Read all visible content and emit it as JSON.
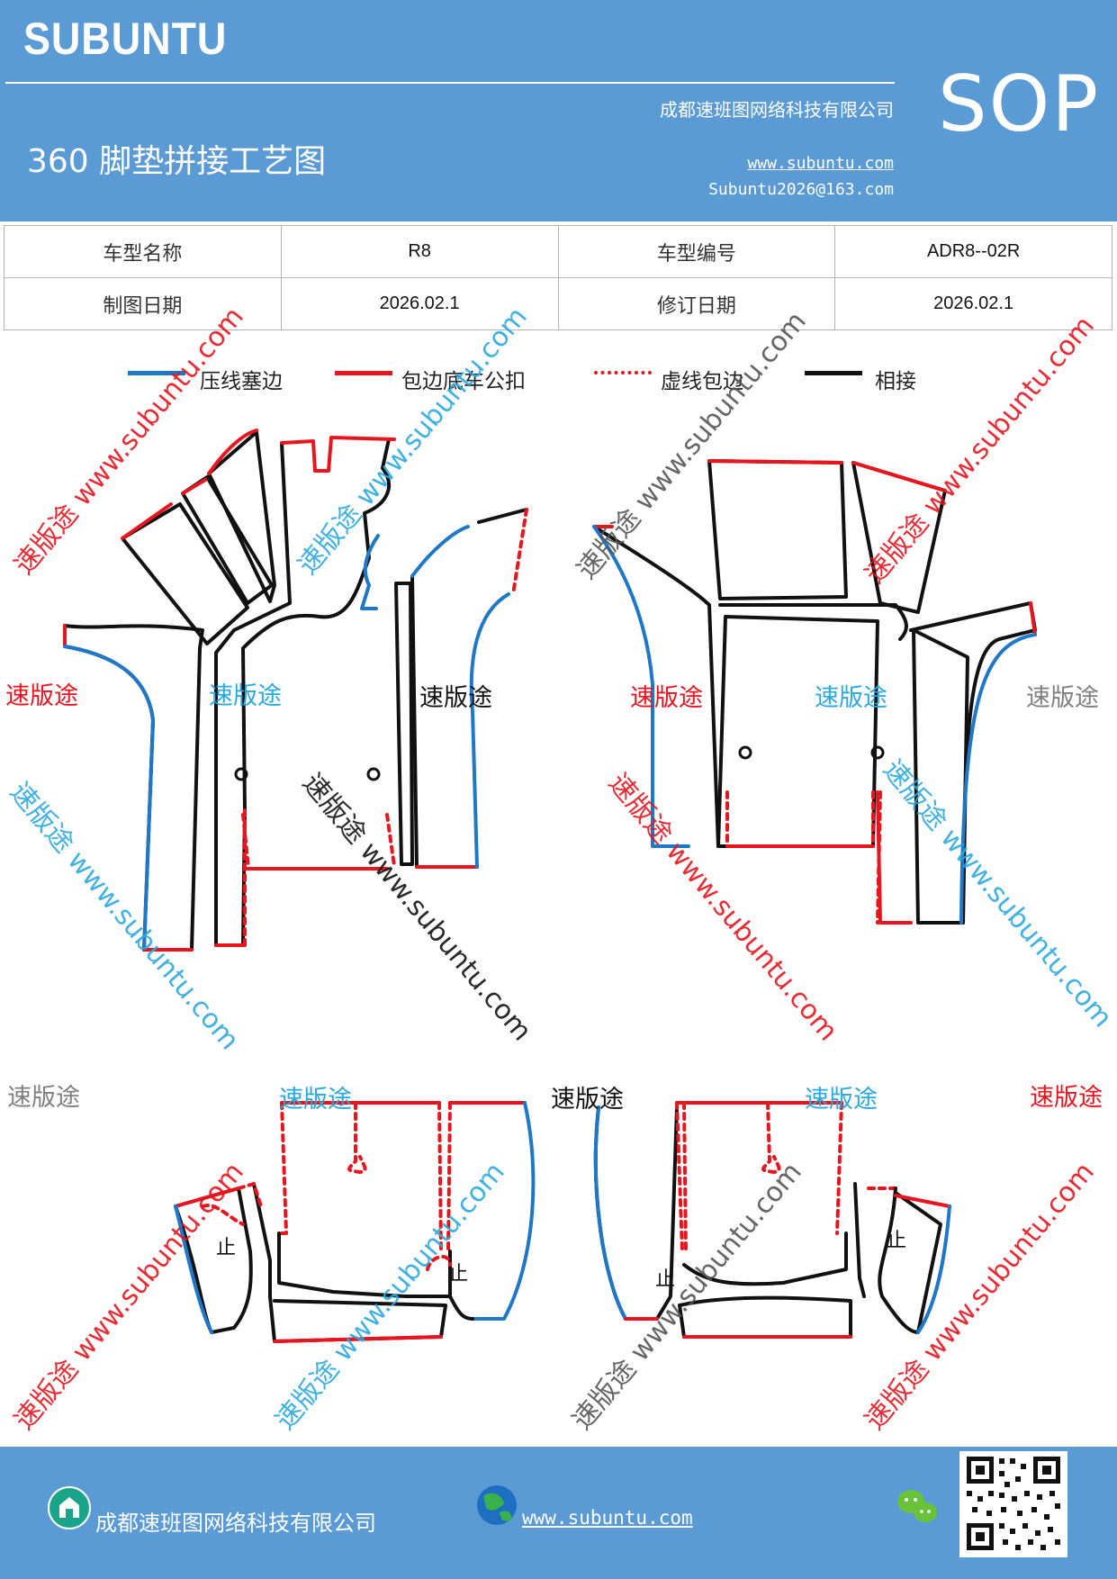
{
  "header": {
    "brand": "SUBUNTU",
    "company": "成都速班图网络科技有限公司",
    "title": "360 脚垫拼接工艺图",
    "website": "www.subuntu.com",
    "email": "Subuntu2026@163.com",
    "sop": "SOP"
  },
  "info_table": {
    "model_name_label": "车型名称",
    "model_name_value": "R8",
    "model_code_label": "车型编号",
    "model_code_value": "ADR8--02R",
    "draw_date_label": "制图日期",
    "draw_date_value": "2026.02.1",
    "revise_date_label": "修订日期",
    "revise_date_value": "2026.02.1"
  },
  "legend": [
    {
      "label": "压线塞边",
      "color": "#1f77c8",
      "style": "solid"
    },
    {
      "label": "包边底车公扣",
      "color": "#e8141e",
      "style": "solid"
    },
    {
      "label": "虚线包边",
      "color": "#e8141e",
      "style": "dotted"
    },
    {
      "label": "相接",
      "color": "#111111",
      "style": "solid"
    }
  ],
  "watermarks": {
    "brand_cn": "速版途",
    "url": "www.subuntu.com",
    "combined": "速版途 www.subuntu.com"
  },
  "diagram_marks": {
    "stop": "止"
  },
  "colors": {
    "header_bg": "#5b9bd5",
    "blue_edge": "#1f77c8",
    "red_edge": "#e8141e",
    "black_edge": "#111111",
    "gray_text": "#7f7f7f",
    "cyan_text": "#2aa9e0"
  },
  "footer": {
    "company": "成都速班图网络科技有限公司",
    "website": "www.subuntu.com",
    "home_icon": "home-badge-icon",
    "globe_icon": "globe-icon",
    "wechat_icon": "wechat-icon"
  }
}
